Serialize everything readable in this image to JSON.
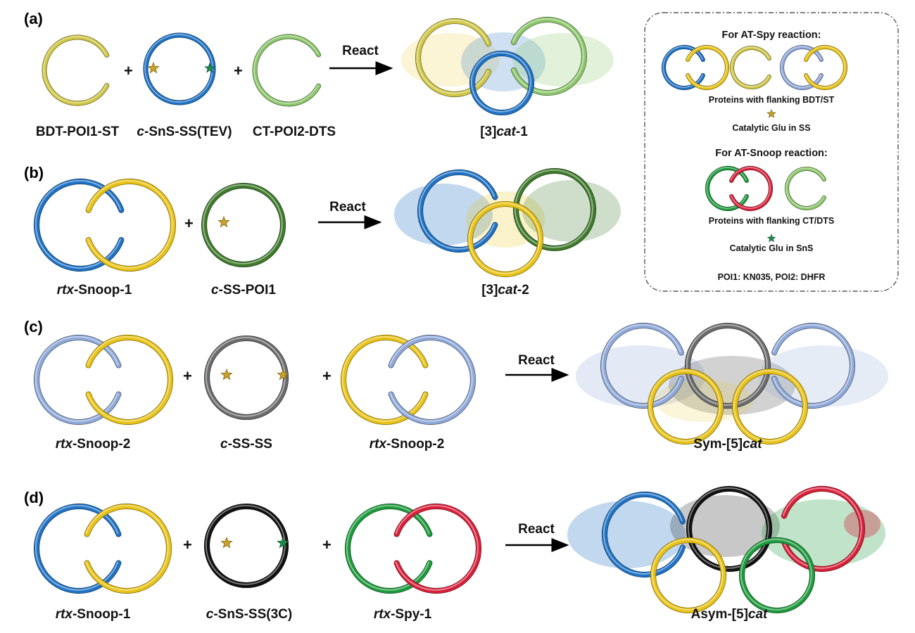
{
  "panels": {
    "a": {
      "tag": "(a)",
      "react": "React",
      "labels": [
        {
          "plain": "BDT-POI1-ST"
        },
        {
          "pre": "c",
          "post": "-SnS-SS(TEV)"
        },
        {
          "plain": "CT-POI2-DTS"
        },
        {
          "lead": "[3]",
          "it": "cat",
          "tail": "-1"
        }
      ]
    },
    "b": {
      "tag": "(b)",
      "react": "React",
      "labels": [
        {
          "pre": "rtx",
          "post": "-Snoop-1"
        },
        {
          "pre": "c",
          "post": "-SS-POI1"
        },
        {
          "lead": "[3]",
          "it": "cat",
          "tail": "-2"
        }
      ]
    },
    "c": {
      "tag": "(c)",
      "react": "React",
      "labels": [
        {
          "pre": "rtx",
          "post": "-Snoop-2"
        },
        {
          "pre": "c",
          "post": "-SS-SS"
        },
        {
          "pre": "rtx",
          "post": "-Snoop-2"
        },
        {
          "lead": "Sym-[5]",
          "it": "cat",
          "tail": ""
        }
      ]
    },
    "d": {
      "tag": "(d)",
      "react": "React",
      "labels": [
        {
          "pre": "rtx",
          "post": "-Snoop-1"
        },
        {
          "pre": "c",
          "post": "-SnS-SS(3C)"
        },
        {
          "pre": "rtx",
          "post": "-Spy-1"
        },
        {
          "lead": "Asym-[5]",
          "it": "cat",
          "tail": ""
        }
      ]
    }
  },
  "plus_sign": "+",
  "legend": {
    "spy_title": "For AT-Spy reaction:",
    "spy_caption": "Proteins with flanking BDT/ST",
    "spy_star": "Catalytic Glu in SS",
    "snoop_title": "For AT-Snoop reaction:",
    "snoop_caption": "Proteins with flanking CT/DTS",
    "snoop_star": "Catalytic Glu in SnS",
    "poi": "POI1: KN035, POI2: DHFR"
  },
  "colors": {
    "blue": "#1f72c4",
    "yellow": "#e8c214",
    "olive": "#cfc646",
    "light_green": "#8cc66b",
    "dark_green": "#3f7a2c",
    "light_blue": "#8ea8d8",
    "gray": "#6b6b6b",
    "black": "#111111",
    "green": "#1d9a3c",
    "red": "#d8203a",
    "star_gold": "#c9a227",
    "star_green": "#1f8a4c"
  }
}
